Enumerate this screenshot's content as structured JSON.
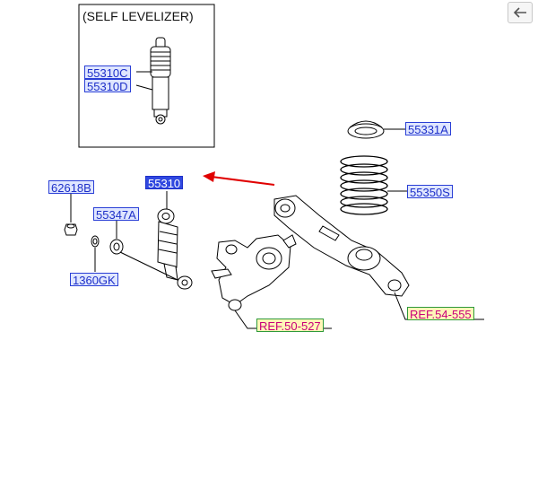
{
  "inset": {
    "title": "(SELF LEVELIZER)"
  },
  "nav": {
    "back_icon": "arrow-left-icon"
  },
  "labels": {
    "p55310C": "55310C",
    "p55310D": "55310D",
    "p55331A": "55331A",
    "p55350S": "55350S",
    "p62618B": "62618B",
    "p55310": "55310",
    "p55347A": "55347A",
    "p1360GK": "1360GK",
    "ref50527": "REF.50-527",
    "ref54555": "REF.54-555"
  },
  "colors": {
    "label_fill": "#dfe6ff",
    "label_border": "#2a3fd6",
    "label_text": "#1d2fc8",
    "selected_fill": "#3048e0",
    "ref_fill": "#fff6b8",
    "ref_text": "#c8007a",
    "ref_border": "#2e9a3a",
    "pointer_arrow": "#e00000"
  }
}
